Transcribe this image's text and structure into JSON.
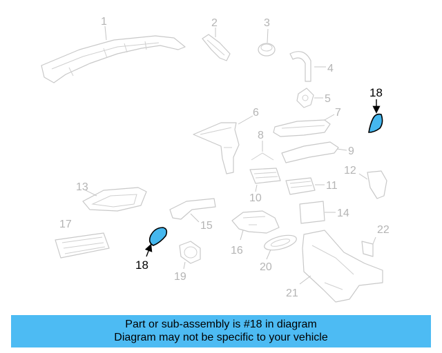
{
  "diagram": {
    "callouts": [
      "1",
      "2",
      "3",
      "4",
      "5",
      "6",
      "7",
      "8",
      "9",
      "10",
      "11",
      "12",
      "13",
      "14",
      "15",
      "16",
      "17",
      "19",
      "20",
      "21",
      "22"
    ],
    "highlight_label": "18",
    "highlight_color": "#45b7ee"
  },
  "banner": {
    "line1": "Part or sub-assembly is #18 in diagram",
    "line2": "Diagram may not be specific to your vehicle",
    "color": "#4dbbf3"
  }
}
